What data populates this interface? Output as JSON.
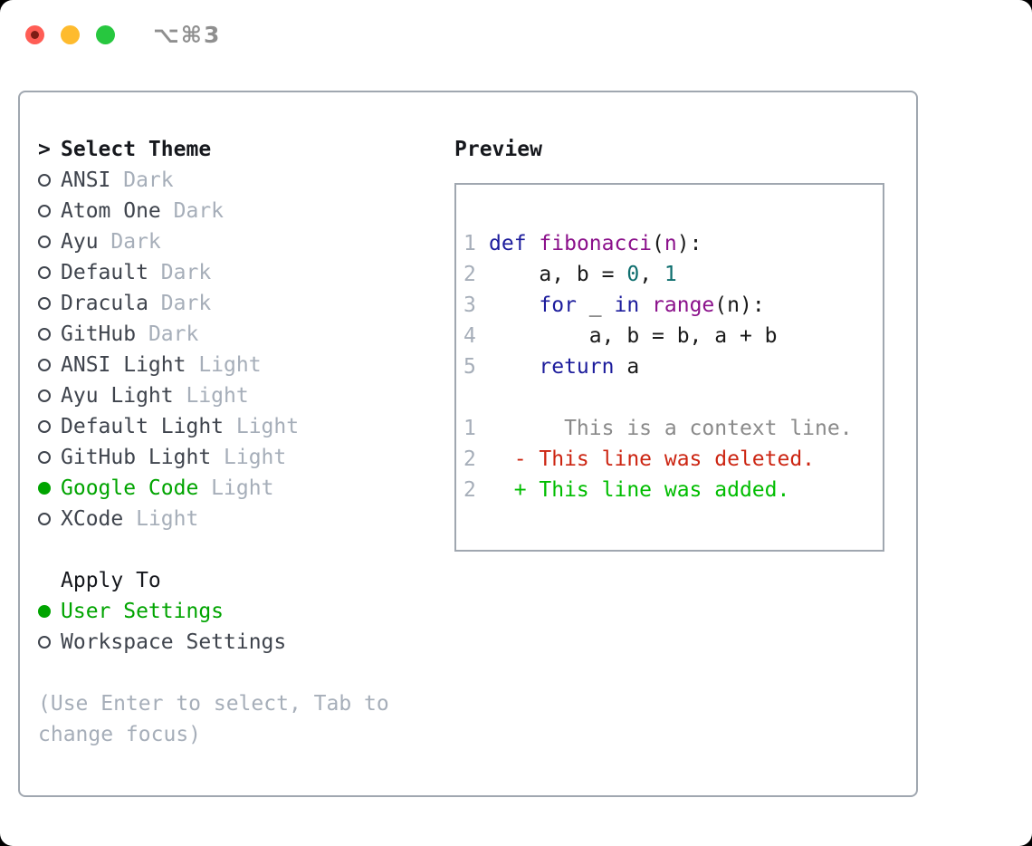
{
  "window": {
    "title": "⌥⌘3"
  },
  "palette": {
    "traffic-red": "#ff5d55",
    "traffic-yellow": "#febb2e",
    "traffic-green": "#27c73f",
    "titlebar-gray": "#8f8f8f",
    "border-gray": "#a0a7b0",
    "dark-text": "#16181d",
    "item-gray": "#3f444d",
    "muted-gray": "#a6aeb9",
    "selection-green": "#00a400",
    "keyword": "#1c1c9c",
    "fn-title": "#8b118b",
    "number": "#0e6e6e",
    "code-text": "#1a1a1a",
    "context-gray": "#8a8a8a",
    "deleted-red": "#cc2512",
    "added-green": "#00bd00"
  },
  "theme_selector": {
    "prompt": ">",
    "title": "Select Theme",
    "themes": [
      {
        "name": "ANSI",
        "variant": "Dark",
        "selected": false
      },
      {
        "name": "Atom One",
        "variant": "Dark",
        "selected": false
      },
      {
        "name": "Ayu",
        "variant": "Dark",
        "selected": false
      },
      {
        "name": "Default",
        "variant": "Dark",
        "selected": false
      },
      {
        "name": "Dracula",
        "variant": "Dark",
        "selected": false
      },
      {
        "name": "GitHub",
        "variant": "Dark",
        "selected": false
      },
      {
        "name": "ANSI Light",
        "variant": "Light",
        "selected": false
      },
      {
        "name": "Ayu Light",
        "variant": "Light",
        "selected": false
      },
      {
        "name": "Default Light",
        "variant": "Light",
        "selected": false
      },
      {
        "name": "GitHub Light",
        "variant": "Light",
        "selected": false
      },
      {
        "name": "Google Code",
        "variant": "Light",
        "selected": true
      },
      {
        "name": "XCode",
        "variant": "Light",
        "selected": false
      }
    ],
    "apply_to": {
      "title": "Apply To",
      "options": [
        {
          "label": "User Settings",
          "selected": true
        },
        {
          "label": "Workspace Settings",
          "selected": false
        }
      ]
    },
    "help_lines": [
      "(Use Enter to select, Tab to",
      "change focus)"
    ]
  },
  "preview": {
    "title": "Preview",
    "code_lines": [
      {
        "num": "1",
        "tokens": [
          {
            "text": "def",
            "type": "keyword"
          },
          {
            "text": " "
          },
          {
            "text": "fibonacci",
            "type": "fn"
          },
          {
            "text": "("
          },
          {
            "text": "n",
            "type": "fn"
          },
          {
            "text": "):"
          }
        ]
      },
      {
        "num": "2",
        "tokens": [
          {
            "text": "    a, b = "
          },
          {
            "text": "0",
            "type": "number"
          },
          {
            "text": ", "
          },
          {
            "text": "1",
            "type": "number"
          }
        ]
      },
      {
        "num": "3",
        "tokens": [
          {
            "text": "    "
          },
          {
            "text": "for",
            "type": "keyword"
          },
          {
            "text": " _ "
          },
          {
            "text": "in",
            "type": "keyword"
          },
          {
            "text": " "
          },
          {
            "text": "range",
            "type": "fn"
          },
          {
            "text": "(n):"
          }
        ]
      },
      {
        "num": "4",
        "tokens": [
          {
            "text": "        a, b = b, a + b"
          }
        ]
      },
      {
        "num": "5",
        "tokens": [
          {
            "text": "    "
          },
          {
            "text": "return",
            "type": "keyword"
          },
          {
            "text": " a"
          }
        ]
      }
    ],
    "diff_lines": [
      {
        "num": "1",
        "text": "      This is a context line.",
        "type": "context"
      },
      {
        "num": "2",
        "text": "  - This line was deleted.",
        "type": "deleted"
      },
      {
        "num": "2",
        "text": "  + This line was added.",
        "type": "added"
      }
    ]
  }
}
